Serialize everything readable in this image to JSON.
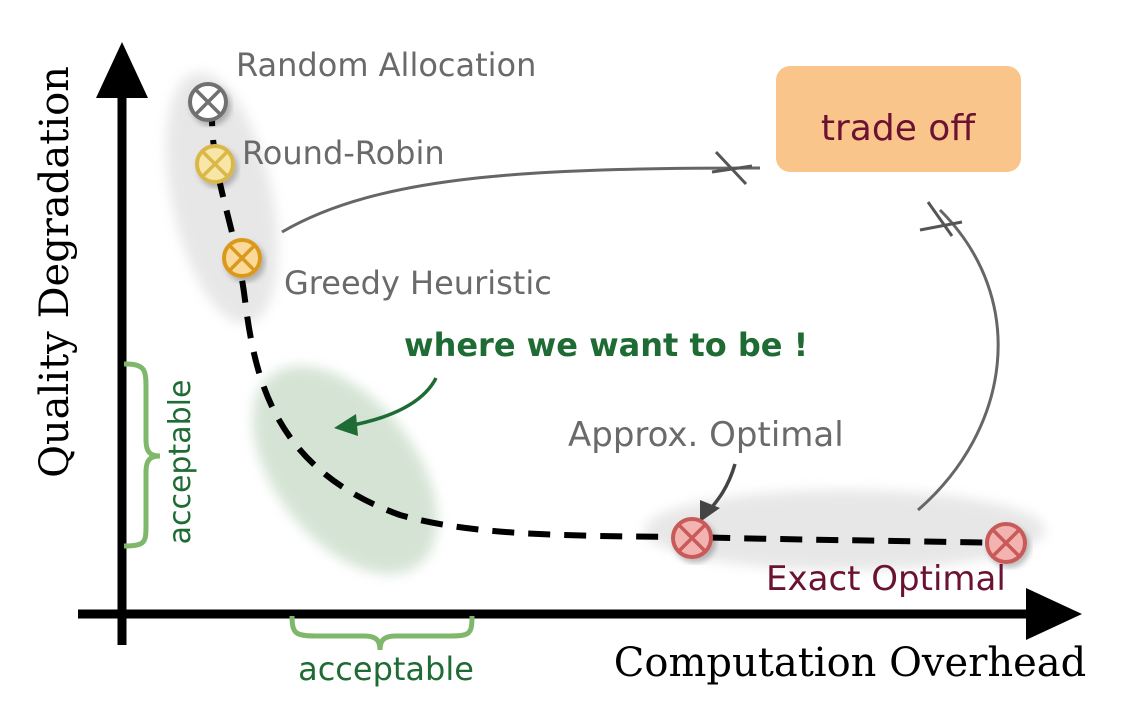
{
  "axes": {
    "x_label": "Computation Overhead",
    "y_label": "Quality Degradation"
  },
  "methods": [
    {
      "label": "Random Allocation",
      "marker_color": "#7f7f7f",
      "marker_fill": "#ffffff"
    },
    {
      "label": "Round-Robin",
      "marker_color": "#d9b84a",
      "marker_fill": "#f7e6a6"
    },
    {
      "label": "Greedy Heuristic",
      "marker_color": "#d99a1c",
      "marker_fill": "#fbd99a"
    },
    {
      "label": "Approx. Optimal",
      "marker_color": "#c85a5a",
      "marker_fill": "#f3b3b0"
    },
    {
      "label": "Exact Optimal",
      "marker_color": "#c85a5a",
      "marker_fill": "#f3b3b0"
    }
  ],
  "callouts": {
    "target": "where we want to be !",
    "tradeoff": "trade off"
  },
  "brackets": {
    "x": "acceptable",
    "y": "acceptable"
  },
  "colors": {
    "accent_green": "#1e6b34",
    "bracket_green": "#7fb86a",
    "tradeoff_box": "#f9c58a",
    "tradeoff_text": "#6b1233",
    "exact_text": "#6b1233",
    "gray_label": "#6a6a6a"
  }
}
